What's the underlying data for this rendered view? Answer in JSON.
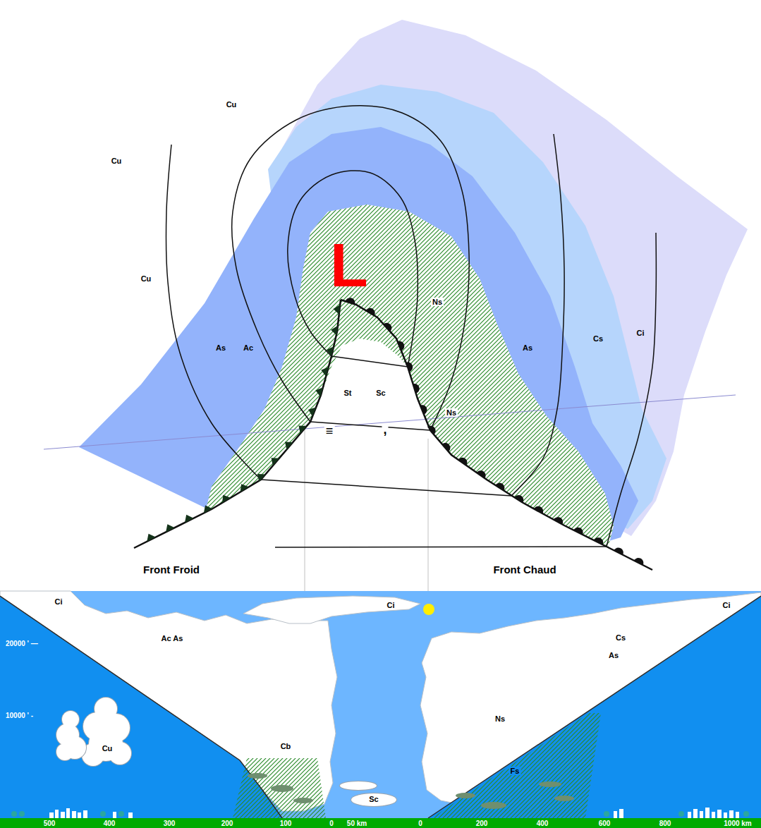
{
  "diagram": {
    "labels": [
      "Cu",
      "Cu",
      "L",
      "Cu",
      "Ns",
      "As",
      "Ac",
      "As",
      "Cs",
      "Ci",
      "St",
      "Sc",
      "Ns",
      "≡",
      ",",
      "Front Froid",
      "Front Chaud",
      "Ci",
      "Ci",
      "Ci",
      "Ac As",
      "Cs",
      "20000 ' —",
      "As",
      "10000 ' -",
      "Ns",
      "Cb",
      "Cu",
      "Fs",
      "Sc",
      "500",
      "400",
      "300",
      "200",
      "100",
      "0",
      "50 km",
      "0",
      "200",
      "400",
      "600",
      "800",
      "1000 km"
    ]
  }
}
